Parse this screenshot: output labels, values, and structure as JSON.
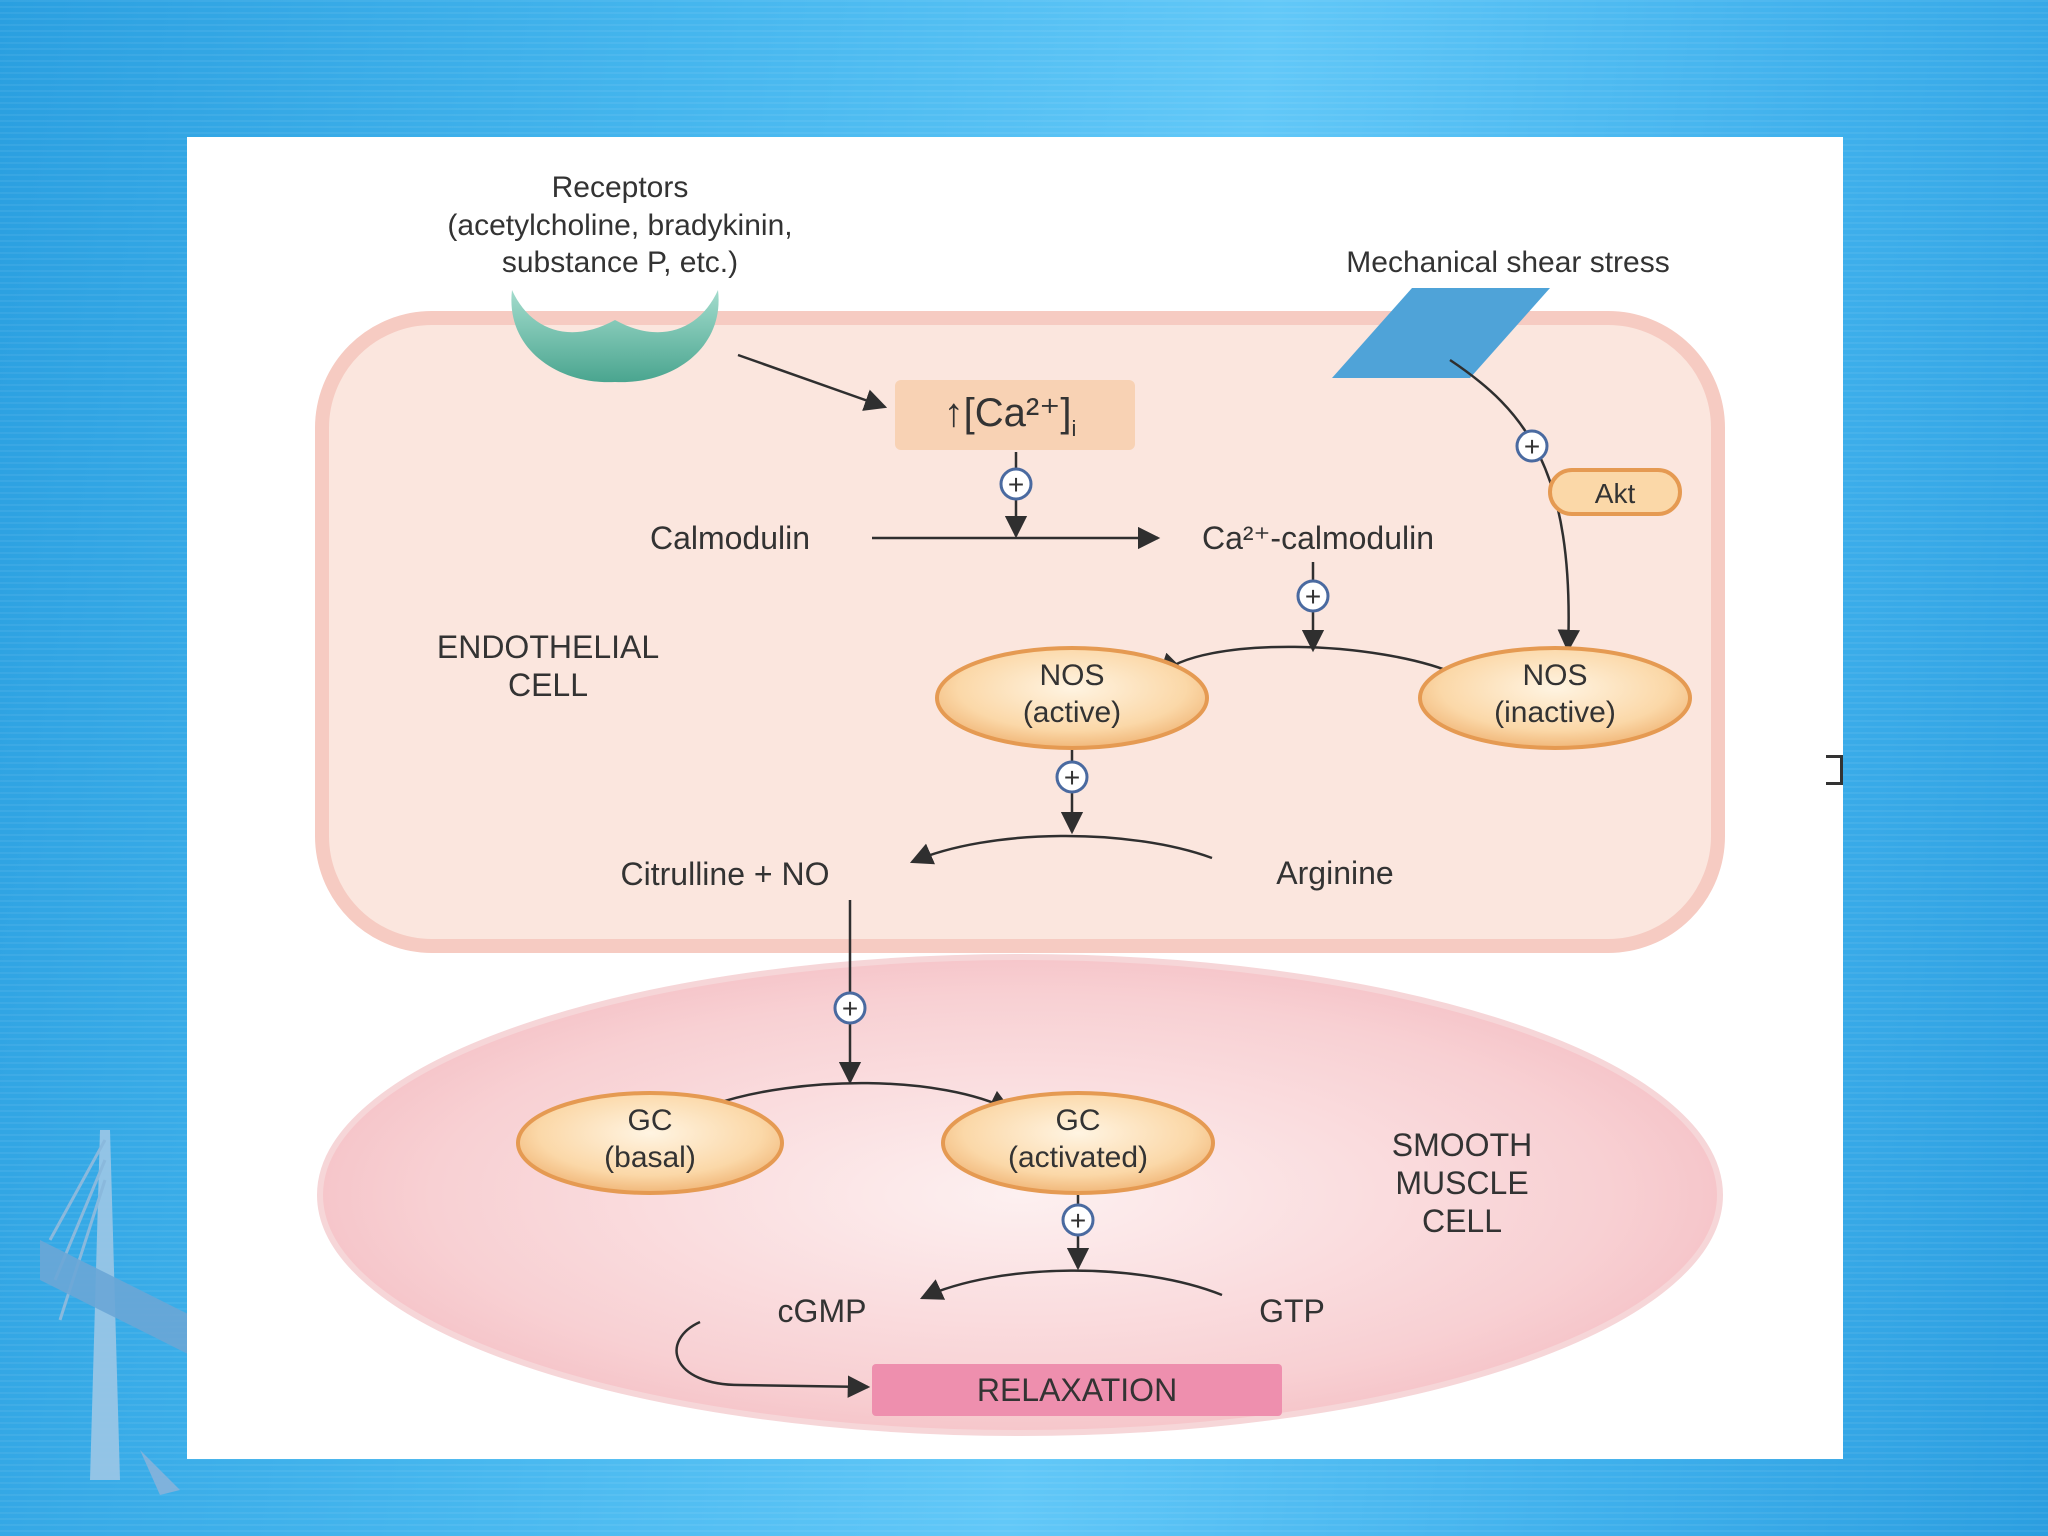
{
  "receptors": {
    "title": "Receptors",
    "line2": "(acetylcholine, bradykinin,",
    "line3": "substance P, etc.)"
  },
  "shear_stress": "Mechanical shear stress",
  "calcium_box": {
    "arrow": "↑",
    "text": "[Ca²⁺]",
    "subscript": "i"
  },
  "calmodulin": "Calmodulin",
  "ca_calmodulin": "Ca²⁺-calmodulin",
  "akt": "Akt",
  "endothelial_cell": {
    "line1": "ENDOTHELIAL",
    "line2": "CELL"
  },
  "nos_active": {
    "line1": "NOS",
    "line2": "(active)"
  },
  "nos_inactive": {
    "line1": "NOS",
    "line2": "(inactive)"
  },
  "citrulline_no": "Citrulline + NO",
  "arginine": "Arginine",
  "gc_basal": {
    "line1": "GC",
    "line2": "(basal)"
  },
  "gc_activated": {
    "line1": "GC",
    "line2": "(activated)"
  },
  "smooth_muscle_cell": {
    "line1": "SMOOTH",
    "line2": "MUSCLE",
    "line3": "CELL"
  },
  "cgmp": "cGMP",
  "gtp": "GTP",
  "relaxation": "RELAXATION",
  "plus_symbol": "+",
  "colors": {
    "receptor": "#5fb8a2",
    "shear_stress_shape": "#4fa3d8",
    "endothelial_fill": "#fbe7df",
    "endothelial_edge": "#f4c6bd",
    "smooth_muscle_fill": "#f7c4c8",
    "enzyme_fill": "#fbd8a8",
    "enzyme_edge": "#e59a52",
    "calcium_box_fill": "#f8d2b4",
    "relaxation_fill": "#ee8fae",
    "plus_circle_edge": "#4a6aa0"
  }
}
